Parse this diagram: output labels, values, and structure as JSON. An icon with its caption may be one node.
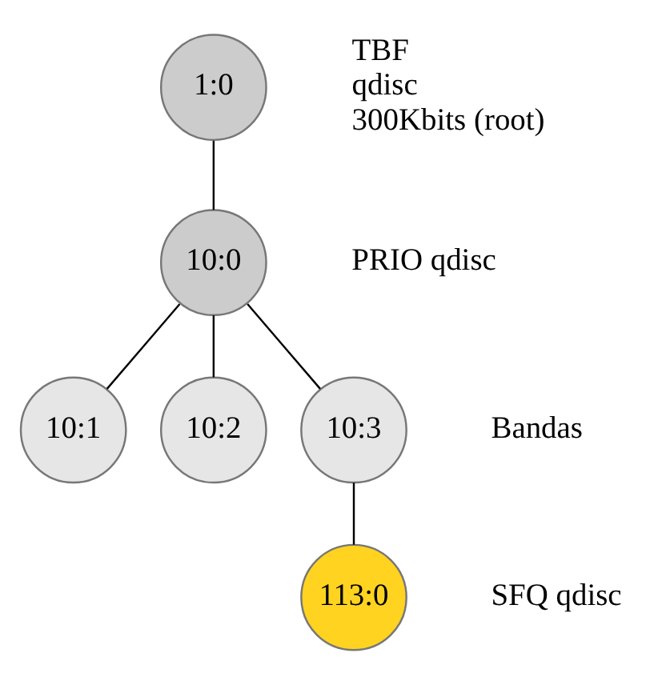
{
  "diagram": {
    "nodes": [
      {
        "text": [
          "1:0"
        ],
        "beside": [
          "TBF qdisc 300Kbits (root)"
        ]
      },
      {
        "text": [
          "10:0"
        ],
        "beside": [
          "PRIO qdisc"
        ]
      },
      {
        "text": [
          "10:1"
        ]
      },
      {
        "text": [
          "10:2"
        ]
      },
      {
        "text": [
          "10:3"
        ]
      },
      {
        "text": [
          "113:0"
        ],
        "beside": [
          "SFQ qdisc"
        ]
      }
    ],
    "edges": [
      {
        "from": 0,
        "to": 1,
        "arrow": "none"
      },
      {
        "from": 1,
        "to": 2,
        "arrow": "none"
      },
      {
        "from": 1,
        "to": 3,
        "arrow": "none"
      },
      {
        "from": 1,
        "to": 4,
        "arrow": "none"
      },
      {
        "from": 4,
        "to": 5,
        "arrow": "none"
      }
    ],
    "labels": [
      "Bandas"
    ]
  }
}
